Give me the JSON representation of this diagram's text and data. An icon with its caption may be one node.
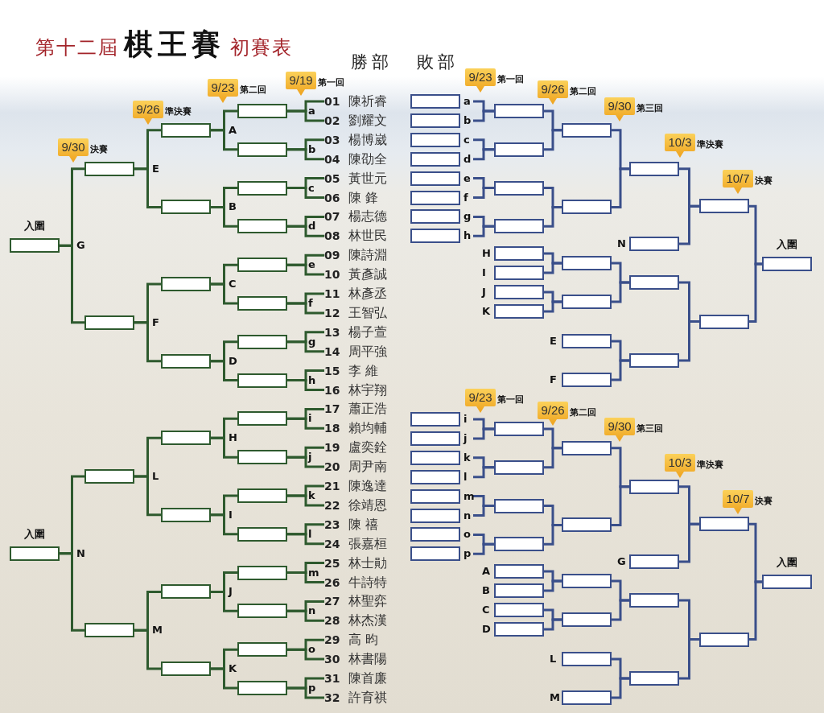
{
  "diagram": {
    "title": "第十二屆**棋王賽**初賽表",
    "nodes": [
      {
        "text": [
          "**01** 陳祈睿"
        ]
      },
      {
        "text": [
          "**02** 劉耀文"
        ]
      },
      {
        "text": [
          "**03** 楊博崴"
        ]
      },
      {
        "text": [
          "**04** 陳劭全"
        ]
      },
      {
        "text": [
          "**05** 黃世元"
        ]
      },
      {
        "text": [
          "**06** 陳 鋒"
        ]
      },
      {
        "text": [
          "**07** 楊志德"
        ]
      },
      {
        "text": [
          "**08** 林世民"
        ]
      },
      {
        "text": [
          "**09** 陳詩淵"
        ]
      },
      {
        "text": [
          "**10** 黃彥誠"
        ]
      },
      {
        "text": [
          "**11** 林彥丞"
        ]
      },
      {
        "text": [
          "**12** 王智弘"
        ]
      },
      {
        "text": [
          "**13** 楊子萱"
        ]
      },
      {
        "text": [
          "**14** 周平強"
        ]
      },
      {
        "text": [
          "**15** 李 維"
        ]
      },
      {
        "text": [
          "**16** 林宇翔"
        ]
      },
      {
        "text": [
          "**17** 蕭正浩"
        ]
      },
      {
        "text": [
          "**18** 賴均輔"
        ]
      },
      {
        "text": [
          "**19** 盧奕銓"
        ]
      },
      {
        "text": [
          "**20** 周尹南"
        ]
      },
      {
        "text": [
          "**21** 陳逸達"
        ]
      },
      {
        "text": [
          "**22** 徐靖恩"
        ]
      },
      {
        "text": [
          "**23** 陳 禧"
        ]
      },
      {
        "text": [
          "**24** 張嘉桓"
        ]
      },
      {
        "text": [
          "**25** 林士勛"
        ]
      },
      {
        "text": [
          "**26** 牛詩特"
        ]
      },
      {
        "text": [
          "**27** 林聖弈"
        ]
      },
      {
        "text": [
          "**28** 林杰漢"
        ]
      },
      {
        "text": [
          "**29** 高 昀"
        ]
      },
      {
        "text": [
          "**30** 林書陽"
        ]
      },
      {
        "text": [
          "**31** 陳首廉"
        ]
      },
      {
        "text": [
          "**32** 許育祺"
        ]
      },
      {
        "text": [],
        "shape": "box"
      },
      {
        "text": [],
        "shape": "box"
      },
      {
        "text": [],
        "shape": "box"
      },
      {
        "text": [],
        "shape": "box"
      },
      {
        "text": [],
        "shape": "box"
      },
      {
        "text": [],
        "shape": "box"
      },
      {
        "text": [],
        "shape": "box"
      },
      {
        "text": [],
        "shape": "box"
      },
      {
        "text": [],
        "shape": "box"
      },
      {
        "text": [],
        "shape": "box"
      },
      {
        "text": [],
        "shape": "box"
      },
      {
        "text": [],
        "shape": "box"
      },
      {
        "text": [],
        "shape": "box"
      },
      {
        "text": [],
        "shape": "box"
      },
      {
        "text": [],
        "shape": "box"
      },
      {
        "text": [],
        "shape": "box"
      },
      {
        "text": [],
        "shape": "box"
      },
      {
        "text": [],
        "shape": "box"
      },
      {
        "text": [],
        "shape": "box"
      },
      {
        "text": [],
        "shape": "box"
      },
      {
        "text": [],
        "shape": "box"
      },
      {
        "text": [],
        "shape": "box"
      },
      {
        "text": [],
        "shape": "box"
      },
      {
        "text": [],
        "shape": "box"
      },
      {
        "text": [],
        "shape": "box"
      },
      {
        "text": [],
        "shape": "box"
      },
      {
        "text": [],
        "shape": "box"
      },
      {
        "text": [],
        "shape": "box"
      },
      {
        "text": [
          "入圍"
        ]
      },
      {
        "text": [
          "入圍"
        ]
      },
      {
        "text": [],
        "shape": "box",
        "beside": [
          "a"
        ]
      },
      {
        "text": [],
        "shape": "box",
        "beside": [
          "b"
        ]
      },
      {
        "text": [],
        "shape": "box",
        "beside": [
          "c"
        ]
      },
      {
        "text": [],
        "shape": "box",
        "beside": [
          "d"
        ]
      },
      {
        "text": [],
        "shape": "box",
        "beside": [
          "e"
        ]
      },
      {
        "text": [],
        "shape": "box",
        "beside": [
          "f"
        ]
      },
      {
        "text": [],
        "shape": "box",
        "beside": [
          "g"
        ]
      },
      {
        "text": [],
        "shape": "box",
        "beside": [
          "h"
        ]
      },
      {
        "text": [],
        "shape": "box"
      },
      {
        "text": [],
        "shape": "box"
      },
      {
        "text": [],
        "shape": "box"
      },
      {
        "text": [],
        "shape": "box"
      },
      {
        "text": [],
        "shape": "box",
        "beside": [
          "H"
        ]
      },
      {
        "text": [],
        "shape": "box",
        "beside": [
          "I"
        ]
      },
      {
        "text": [],
        "shape": "box",
        "beside": [
          "J"
        ]
      },
      {
        "text": [],
        "shape": "box",
        "beside": [
          "K"
        ]
      },
      {
        "text": [],
        "shape": "box"
      },
      {
        "text": [],
        "shape": "box"
      },
      {
        "text": [],
        "shape": "box"
      },
      {
        "text": [],
        "shape": "box"
      },
      {
        "text": [],
        "shape": "box",
        "beside": [
          "E"
        ]
      },
      {
        "text": [],
        "shape": "box",
        "beside": [
          "F"
        ]
      },
      {
        "text": [],
        "shape": "box"
      },
      {
        "text": [],
        "shape": "box",
        "beside": [
          "N"
        ]
      },
      {
        "text": [],
        "shape": "box"
      },
      {
        "text": [],
        "shape": "box"
      },
      {
        "text": [],
        "shape": "box"
      },
      {
        "text": [],
        "shape": "box"
      },
      {
        "text": [
          "入圍"
        ]
      },
      {
        "text": [],
        "shape": "box",
        "beside": [
          "i"
        ]
      },
      {
        "text": [],
        "shape": "box",
        "beside": [
          "j"
        ]
      },
      {
        "text": [],
        "shape": "box",
        "beside": [
          "k"
        ]
      },
      {
        "text": [],
        "shape": "box",
        "beside": [
          "l"
        ]
      },
      {
        "text": [],
        "shape": "box",
        "beside": [
          "m"
        ]
      },
      {
        "text": [],
        "shape": "box",
        "beside": [
          "n"
        ]
      },
      {
        "text": [],
        "shape": "box",
        "beside": [
          "o"
        ]
      },
      {
        "text": [],
        "shape": "box",
        "beside": [
          "p"
        ]
      },
      {
        "text": [],
        "shape": "box"
      },
      {
        "text": [],
        "shape": "box"
      },
      {
        "text": [],
        "shape": "box"
      },
      {
        "text": [],
        "shape": "box"
      },
      {
        "text": [],
        "shape": "box",
        "beside": [
          "A"
        ]
      },
      {
        "text": [],
        "shape": "box",
        "beside": [
          "B"
        ]
      },
      {
        "text": [],
        "shape": "box",
        "beside": [
          "C"
        ]
      },
      {
        "text": [],
        "shape": "box",
        "beside": [
          "D"
        ]
      },
      {
        "text": [],
        "shape": "box"
      },
      {
        "text": [],
        "shape": "box"
      },
      {
        "text": [],
        "shape": "box"
      },
      {
        "text": [],
        "shape": "box"
      },
      {
        "text": [],
        "shape": "box",
        "beside": [
          "L"
        ]
      },
      {
        "text": [],
        "shape": "box",
        "beside": [
          "M"
        ]
      },
      {
        "text": [],
        "shape": "box"
      },
      {
        "text": [],
        "shape": "box",
        "beside": [
          "G"
        ]
      },
      {
        "text": [],
        "shape": "box"
      },
      {
        "text": [],
        "shape": "box"
      },
      {
        "text": [],
        "shape": "box"
      },
      {
        "text": [],
        "shape": "box"
      },
      {
        "text": [
          "入圍"
        ]
      },
      {
        "text": [
          "9/19"
        ],
        "beside": [
          "第一回"
        ]
      },
      {
        "text": [
          "9/23"
        ],
        "beside": [
          "第二回"
        ]
      },
      {
        "text": [
          "9/26"
        ],
        "beside": [
          "準決賽"
        ]
      },
      {
        "text": [
          "9/30"
        ],
        "beside": [
          "決賽"
        ]
      },
      {
        "text": [
          "9/23"
        ],
        "beside": [
          "第一回"
        ]
      },
      {
        "text": [
          "9/26"
        ],
        "beside": [
          "第二回"
        ]
      },
      {
        "text": [
          "9/30"
        ],
        "beside": [
          "第三回"
        ]
      },
      {
        "text": [
          "10/3"
        ],
        "beside": [
          "準決賽"
        ]
      },
      {
        "text": [
          "10/7"
        ],
        "beside": [
          "決賽"
        ]
      },
      {
        "text": [
          "9/23"
        ],
        "beside": [
          "第一回"
        ]
      },
      {
        "text": [
          "9/26"
        ],
        "beside": [
          "第二回"
        ]
      },
      {
        "text": [
          "9/30"
        ],
        "beside": [
          "第三回"
        ]
      },
      {
        "text": [
          "10/3"
        ],
        "beside": [
          "準決賽"
        ]
      },
      {
        "text": [
          "10/7"
        ],
        "beside": [
          "決賽"
        ]
      }
    ],
    "edges": [
      {
        "from": 0,
        "to": 32,
        "arrow": "none"
      },
      {
        "from": 1,
        "to": 32,
        "arrow": "none"
      },
      {
        "from": 2,
        "to": 33,
        "arrow": "none"
      },
      {
        "from": 3,
        "to": 33,
        "arrow": "none"
      },
      {
        "from": 4,
        "to": 34,
        "arrow": "none"
      },
      {
        "from": 5,
        "to": 34,
        "arrow": "none"
      },
      {
        "from": 6,
        "to": 35,
        "arrow": "none"
      },
      {
        "from": 7,
        "to": 35,
        "arrow": "none"
      },
      {
        "from": 8,
        "to": 36,
        "arrow": "none"
      },
      {
        "from": 9,
        "to": 36,
        "arrow": "none"
      },
      {
        "from": 10,
        "to": 37,
        "arrow": "none"
      },
      {
        "from": 11,
        "to": 37,
        "arrow": "none"
      },
      {
        "from": 12,
        "to": 38,
        "arrow": "none"
      },
      {
        "from": 13,
        "to": 38,
        "arrow": "none"
      },
      {
        "from": 14,
        "to": 39,
        "arrow": "none"
      },
      {
        "from": 15,
        "to": 39,
        "arrow": "none"
      },
      {
        "from": 16,
        "to": 40,
        "arrow": "none"
      },
      {
        "from": 17,
        "to": 40,
        "arrow": "none"
      },
      {
        "from": 18,
        "to": 41,
        "arrow": "none"
      },
      {
        "from": 19,
        "to": 41,
        "arrow": "none"
      },
      {
        "from": 20,
        "to": 42,
        "arrow": "none"
      },
      {
        "from": 21,
        "to": 42,
        "arrow": "none"
      },
      {
        "from": 22,
        "to": 43,
        "arrow": "none"
      },
      {
        "from": 23,
        "to": 43,
        "arrow": "none"
      },
      {
        "from": 24,
        "to": 44,
        "arrow": "none"
      },
      {
        "from": 25,
        "to": 44,
        "arrow": "none"
      },
      {
        "from": 26,
        "to": 45,
        "arrow": "none"
      },
      {
        "from": 27,
        "to": 45,
        "arrow": "none"
      },
      {
        "from": 28,
        "to": 46,
        "arrow": "none"
      },
      {
        "from": 29,
        "to": 46,
        "arrow": "none"
      },
      {
        "from": 30,
        "to": 47,
        "arrow": "none"
      },
      {
        "from": 31,
        "to": 47,
        "arrow": "none"
      },
      {
        "from": 32,
        "to": 48,
        "arrow": "none"
      },
      {
        "from": 33,
        "to": 48,
        "arrow": "none"
      },
      {
        "from": 34,
        "to": 49,
        "arrow": "none"
      },
      {
        "from": 35,
        "to": 49,
        "arrow": "none"
      },
      {
        "from": 36,
        "to": 50,
        "arrow": "none"
      },
      {
        "from": 37,
        "to": 50,
        "arrow": "none"
      },
      {
        "from": 38,
        "to": 51,
        "arrow": "none"
      },
      {
        "from": 39,
        "to": 51,
        "arrow": "none"
      },
      {
        "from": 40,
        "to": 52,
        "arrow": "none"
      },
      {
        "from": 41,
        "to": 52,
        "arrow": "none"
      },
      {
        "from": 42,
        "to": 53,
        "arrow": "none"
      },
      {
        "from": 43,
        "to": 53,
        "arrow": "none"
      },
      {
        "from": 44,
        "to": 54,
        "arrow": "none"
      },
      {
        "from": 45,
        "to": 54,
        "arrow": "none"
      },
      {
        "from": 46,
        "to": 55,
        "arrow": "none"
      },
      {
        "from": 47,
        "to": 55,
        "arrow": "none"
      },
      {
        "from": 48,
        "to": 56,
        "arrow": "none"
      },
      {
        "from": 49,
        "to": 56,
        "arrow": "none"
      },
      {
        "from": 50,
        "to": 57,
        "arrow": "none"
      },
      {
        "from": 51,
        "to": 57,
        "arrow": "none"
      },
      {
        "from": 52,
        "to": 58,
        "arrow": "none"
      },
      {
        "from": 53,
        "to": 58,
        "arrow": "none"
      },
      {
        "from": 54,
        "to": 59,
        "arrow": "none"
      },
      {
        "from": 55,
        "to": 59,
        "arrow": "none"
      },
      {
        "from": 56,
        "to": 60,
        "arrow": "none"
      },
      {
        "from": 57,
        "to": 60,
        "arrow": "none"
      },
      {
        "from": 58,
        "to": 61,
        "arrow": "none"
      },
      {
        "from": 59,
        "to": 61,
        "arrow": "none"
      },
      {
        "from": 62,
        "to": 70,
        "arrow": "none",
        "color": "#3a4f8a"
      },
      {
        "from": 63,
        "to": 70,
        "arrow": "none",
        "color": "#3a4f8a"
      },
      {
        "from": 64,
        "to": 71,
        "arrow": "none",
        "color": "#3a4f8a"
      },
      {
        "from": 65,
        "to": 71,
        "arrow": "none",
        "color": "#3a4f8a"
      },
      {
        "from": 66,
        "to": 72,
        "arrow": "none",
        "color": "#3a4f8a"
      },
      {
        "from": 67,
        "to": 72,
        "arrow": "none",
        "color": "#3a4f8a"
      },
      {
        "from": 68,
        "to": 73,
        "arrow": "none",
        "color": "#3a4f8a"
      },
      {
        "from": 69,
        "to": 73,
        "arrow": "none",
        "color": "#3a4f8a"
      },
      {
        "from": 70,
        "to": 78,
        "arrow": "none",
        "color": "#3a4f8a"
      },
      {
        "from": 71,
        "to": 78,
        "arrow": "none",
        "color": "#3a4f8a"
      },
      {
        "from": 72,
        "to": 79,
        "arrow": "none",
        "color": "#3a4f8a"
      },
      {
        "from": 73,
        "to": 79,
        "arrow": "none",
        "color": "#3a4f8a"
      },
      {
        "from": 74,
        "to": 80,
        "arrow": "none",
        "color": "#3a4f8a"
      },
      {
        "from": 75,
        "to": 80,
        "arrow": "none",
        "color": "#3a4f8a"
      },
      {
        "from": 76,
        "to": 81,
        "arrow": "none",
        "color": "#3a4f8a"
      },
      {
        "from": 77,
        "to": 81,
        "arrow": "none",
        "color": "#3a4f8a"
      },
      {
        "from": 78,
        "to": 84,
        "arrow": "none",
        "color": "#3a4f8a"
      },
      {
        "from": 79,
        "to": 84,
        "arrow": "none",
        "color": "#3a4f8a"
      },
      {
        "from": 80,
        "to": 86,
        "arrow": "none",
        "color": "#3a4f8a"
      },
      {
        "from": 81,
        "to": 86,
        "arrow": "none",
        "color": "#3a4f8a"
      },
      {
        "from": 82,
        "to": 87,
        "arrow": "none",
        "color": "#3a4f8a"
      },
      {
        "from": 83,
        "to": 87,
        "arrow": "none",
        "color": "#3a4f8a"
      },
      {
        "from": 84,
        "to": 88,
        "arrow": "none",
        "color": "#3a4f8a"
      },
      {
        "from": 85,
        "to": 88,
        "arrow": "none",
        "color": "#3a4f8a"
      },
      {
        "from": 86,
        "to": 89,
        "arrow": "none",
        "color": "#3a4f8a"
      },
      {
        "from": 87,
        "to": 89,
        "arrow": "none",
        "color": "#3a4f8a"
      },
      {
        "from": 88,
        "to": 90,
        "arrow": "none",
        "color": "#3a4f8a"
      },
      {
        "from": 89,
        "to": 90,
        "arrow": "none",
        "color": "#3a4f8a"
      },
      {
        "from": 91,
        "to": 99,
        "arrow": "none",
        "color": "#3a4f8a"
      },
      {
        "from": 92,
        "to": 99,
        "arrow": "none",
        "color": "#3a4f8a"
      },
      {
        "from": 93,
        "to": 100,
        "arrow": "none",
        "color": "#3a4f8a"
      },
      {
        "from": 94,
        "to": 100,
        "arrow": "none",
        "color": "#3a4f8a"
      },
      {
        "from": 95,
        "to": 101,
        "arrow": "none",
        "color": "#3a4f8a"
      },
      {
        "from": 96,
        "to": 101,
        "arrow": "none",
        "color": "#3a4f8a"
      },
      {
        "from": 97,
        "to": 102,
        "arrow": "none",
        "color": "#3a4f8a"
      },
      {
        "from": 98,
        "to": 102,
        "arrow": "none",
        "color": "#3a4f8a"
      },
      {
        "from": 99,
        "to": 107,
        "arrow": "none",
        "color": "#3a4f8a"
      },
      {
        "from": 100,
        "to": 107,
        "arrow": "none",
        "color": "#3a4f8a"
      },
      {
        "from": 101,
        "to": 108,
        "arrow": "none",
        "color": "#3a4f8a"
      },
      {
        "from": 102,
        "to": 108,
        "arrow": "none",
        "color": "#3a4f8a"
      },
      {
        "from": 103,
        "to": 109,
        "arrow": "none",
        "color": "#3a4f8a"
      },
      {
        "from": 104,
        "to": 109,
        "arrow": "none",
        "color": "#3a4f8a"
      },
      {
        "from": 105,
        "to": 110,
        "arrow": "none",
        "color": "#3a4f8a"
      },
      {
        "from": 106,
        "to": 110,
        "arrow": "none",
        "color": "#3a4f8a"
      },
      {
        "from": 107,
        "to": 113,
        "arrow": "none",
        "color": "#3a4f8a"
      },
      {
        "from": 108,
        "to": 113,
        "arrow": "none",
        "color": "#3a4f8a"
      },
      {
        "from": 109,
        "to": 115,
        "arrow": "none",
        "color": "#3a4f8a"
      },
      {
        "from": 110,
        "to": 115,
        "arrow": "none",
        "color": "#3a4f8a"
      },
      {
        "from": 111,
        "to": 116,
        "arrow": "none",
        "color": "#3a4f8a"
      },
      {
        "from": 112,
        "to": 116,
        "arrow": "none",
        "color": "#3a4f8a"
      },
      {
        "from": 113,
        "to": 117,
        "arrow": "none",
        "color": "#3a4f8a"
      },
      {
        "from": 114,
        "to": 117,
        "arrow": "none",
        "color": "#3a4f8a"
      },
      {
        "from": 115,
        "to": 118,
        "arrow": "none",
        "color": "#3a4f8a"
      },
      {
        "from": 116,
        "to": 118,
        "arrow": "none",
        "color": "#3a4f8a"
      },
      {
        "from": 117,
        "to": 119,
        "arrow": "none",
        "color": "#3a4f8a"
      },
      {
        "from": 118,
        "to": 119,
        "arrow": "none",
        "color": "#3a4f8a"
      }
    ],
    "labels": [
      "勝部",
      "敗部",
      "a",
      "b",
      "c",
      "d",
      "e",
      "f",
      "g",
      "h",
      "i",
      "j",
      "k",
      "l",
      "m",
      "n",
      "o",
      "p",
      "A",
      "B",
      "C",
      "D",
      "H",
      "I",
      "J",
      "K",
      "E",
      "F",
      "L",
      "M",
      "G",
      "N"
    ]
  }
}
